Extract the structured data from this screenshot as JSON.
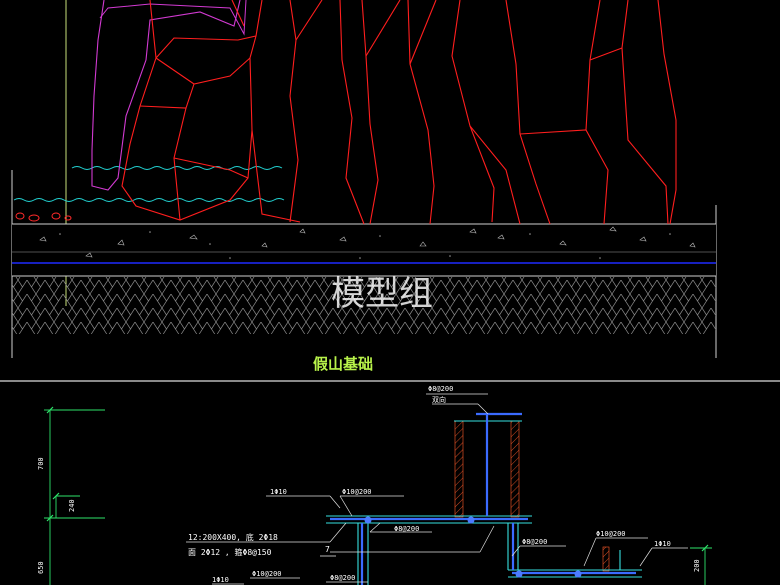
{
  "top_section": {
    "title": "假山基础",
    "watermark": "模型组"
  },
  "bottom_section": {
    "annotations": {
      "top_rebar": "Φ8@200",
      "top_rebar_note": "双向",
      "left_rebar": "1Φ10",
      "mid_rebar": "Φ10@200",
      "beam_note_1": "12:200X400, 底 2Φ18",
      "beam_note_2": "面 2Φ12 , 箍Φ8@150",
      "center_rebar": "Φ8@200",
      "z_label": "7",
      "right_rebar_1": "Φ10@200",
      "right_rebar_2": "1Φ10",
      "right_small": "Φ8@200",
      "bottom_rebar_1": "Φ10@200",
      "bottom_rebar_2": "Φ8@200",
      "bottom_left": "1Φ10"
    },
    "dimensions": {
      "d1": "700",
      "d2": "240",
      "d3": "650",
      "d4": "200"
    }
  }
}
